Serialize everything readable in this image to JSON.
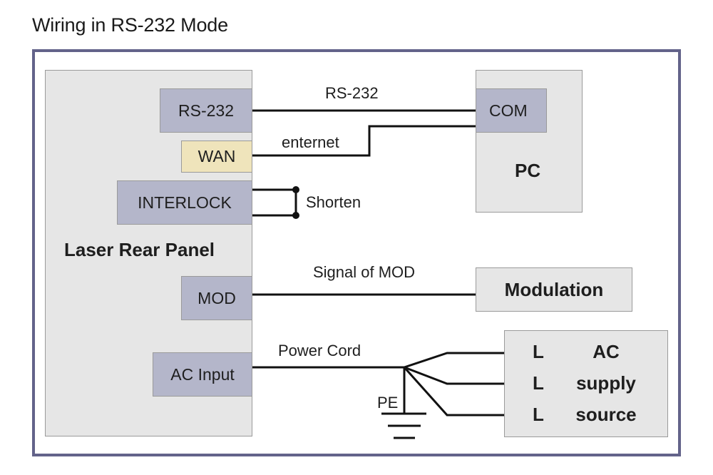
{
  "title": "Wiring in RS-232 Mode",
  "colors": {
    "frame": "#63638a",
    "panel_fill": "#e6e6e6",
    "port_fill": "#b4b6ca",
    "wan_fill": "#efe4bb",
    "wire": "#111111"
  },
  "laser_panel": {
    "label": "Laser Rear Panel",
    "ports": {
      "rs232": "RS-232",
      "wan": "WAN",
      "interlock": "INTERLOCK",
      "mod": "MOD",
      "ac_input": "AC Input"
    }
  },
  "pc": {
    "label": "PC",
    "port": "COM"
  },
  "modulation": {
    "label": "Modulation"
  },
  "ac_supply": {
    "lines": [
      {
        "terminal": "L",
        "text": "AC"
      },
      {
        "terminal": "L",
        "text": "supply"
      },
      {
        "terminal": "L",
        "text": "source"
      }
    ]
  },
  "wire_labels": {
    "rs232": "RS-232",
    "ethernet": "enternet",
    "interlock": "Shorten",
    "mod": "Signal of MOD",
    "power": "Power Cord",
    "ground": "PE"
  }
}
